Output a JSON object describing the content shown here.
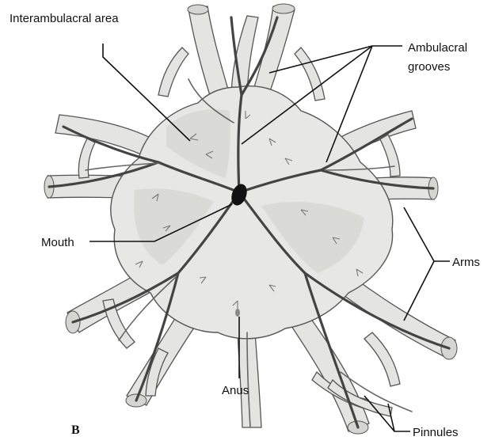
{
  "labels": {
    "interambulacral": "Interambulacral area",
    "ambulacral_line1": "Ambulacral",
    "ambulacral_line2": "grooves",
    "mouth": "Mouth",
    "arms": "Arms",
    "anus": "Anus",
    "pinnules": "Pinnules",
    "panel": "B"
  }
}
